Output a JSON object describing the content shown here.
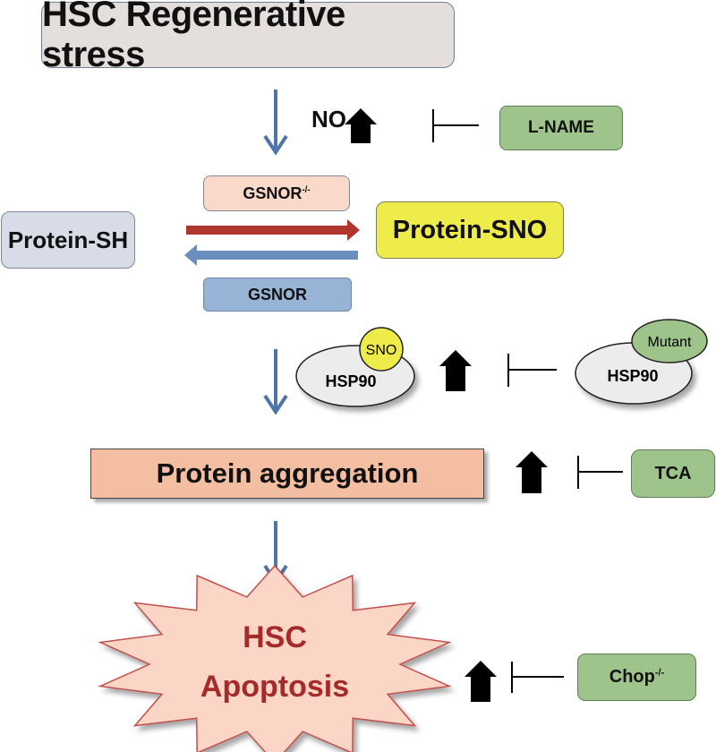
{
  "title": "HSC Regenerative stress",
  "no_label": "NO",
  "inhibitors": {
    "l_name": "L-NAME",
    "tca": "TCA",
    "chop": {
      "base": "Chop",
      "sup": "-/-"
    }
  },
  "enzymes": {
    "gsnor_knockout": {
      "base": "GSNOR",
      "sup": "-/-"
    },
    "gsnor": "GSNOR"
  },
  "states": {
    "protein_sh": "Protein-SH",
    "protein_sno": "Protein-SNO"
  },
  "hsp90": {
    "modified_label": "HSP90",
    "modified_tag": "SNO",
    "mutant_label": "HSP90",
    "mutant_tag": "Mutant"
  },
  "aggregation": "Protein aggregation",
  "apoptosis": {
    "line1": "HSC",
    "line2": "Apoptosis"
  },
  "colors": {
    "flow_arrow": "#4f74a8",
    "forward_arrow": "#b0352c",
    "reverse_arrow": "#6a8fbf",
    "up_arrow": "#000000",
    "inhibitor_green": "#9ec38b",
    "apoptosis_fill": "#fbd5c6",
    "apoptosis_text": "#a52a2a"
  }
}
